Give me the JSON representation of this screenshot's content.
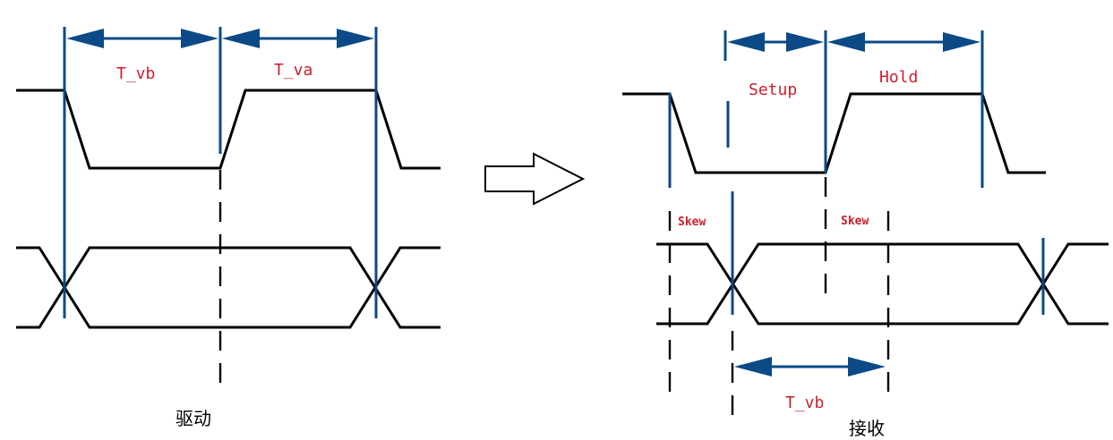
{
  "driver": {
    "label_vb": "T_vb",
    "label_va": "T_va",
    "caption": "驱动"
  },
  "receiver": {
    "label_setup": "Setup",
    "label_hold": "Hold",
    "label_skew_left": "Skew",
    "label_skew_right": "Skew",
    "label_vb": "T_vb",
    "caption": "接收"
  },
  "colors": {
    "timing_line": "#0b4a86",
    "label": "#cc1f2b",
    "signal": "#000000"
  }
}
